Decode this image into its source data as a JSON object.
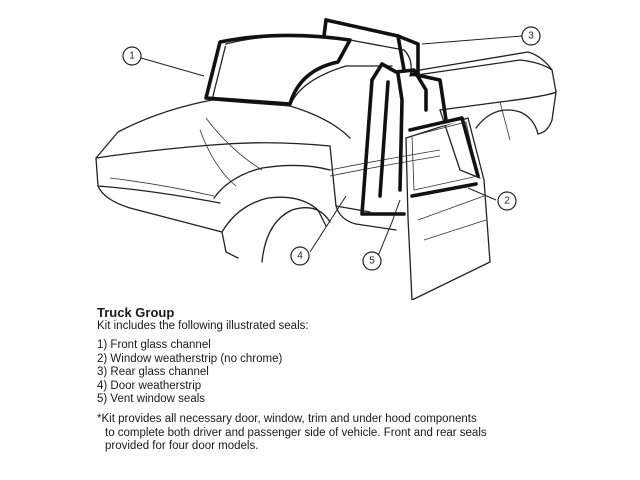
{
  "callouts": [
    "1",
    "2",
    "3",
    "4",
    "5"
  ],
  "caption": {
    "title": "Truck Group",
    "intro": "Kit includes the following illustrated seals:",
    "items": [
      "1) Front glass channel",
      "2) Window weatherstrip (no chrome)",
      "3) Rear glass channel",
      "4) Door weatherstrip",
      "5) Vent window seals"
    ],
    "note_lines": [
      "*Kit provides all necessary door, window, trim and under hood components",
      "to complete both driver and  passenger side of vehicle.  Front and rear seals",
      "provided for four door models."
    ]
  }
}
